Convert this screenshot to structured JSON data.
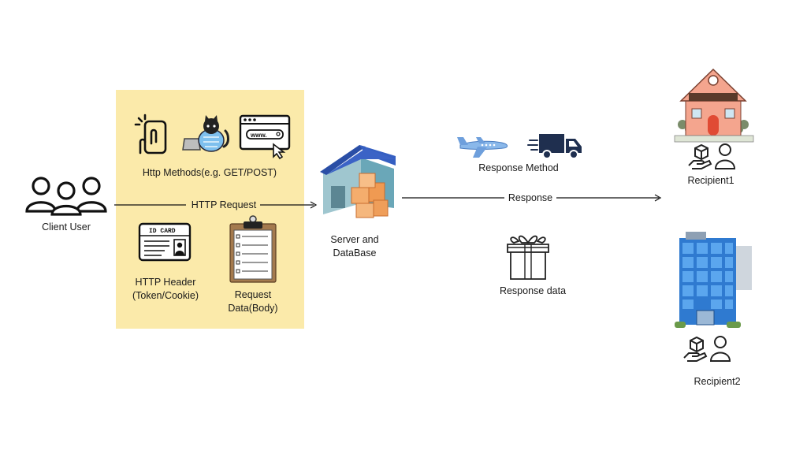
{
  "colors": {
    "panel": "#fbeaaa",
    "warehouse_roof": "#2f4fa0",
    "box": "#f2a868",
    "plane": "#7fb0e8",
    "truck": "#1f2f4f",
    "house_wall": "#f4a58e",
    "building_glass": "#3a86d6"
  },
  "client": {
    "label": "Client User",
    "icon": "users-icon"
  },
  "request_panel": {
    "methods_label": "Http Methods(e.g. GET/POST)",
    "header_label_line1": "HTTP Header",
    "header_label_line2": "(Token/Cookie)",
    "body_label_line1": "Request",
    "body_label_line2": "Data(Body)",
    "id_card_text": "ID CARD",
    "browser_text": "www.",
    "icons": [
      "tap-phone-icon",
      "cat-laptop-icon",
      "browser-window-icon",
      "id-card-icon",
      "clipboard-icon"
    ]
  },
  "arrows": {
    "request": "HTTP  Request",
    "response": "Response"
  },
  "server": {
    "label_line1": "Server  and",
    "label_line2": "DataBase",
    "icon": "warehouse-icon"
  },
  "response_method": {
    "label": "Response Method",
    "icons": [
      "airplane-icon",
      "truck-icon"
    ]
  },
  "response_data": {
    "label": "Response data",
    "icon": "gift-box-icon"
  },
  "recipients": [
    {
      "label": "Recipient1",
      "icon": "house-icon"
    },
    {
      "label": "Recipient2",
      "icon": "office-building-icon"
    }
  ]
}
